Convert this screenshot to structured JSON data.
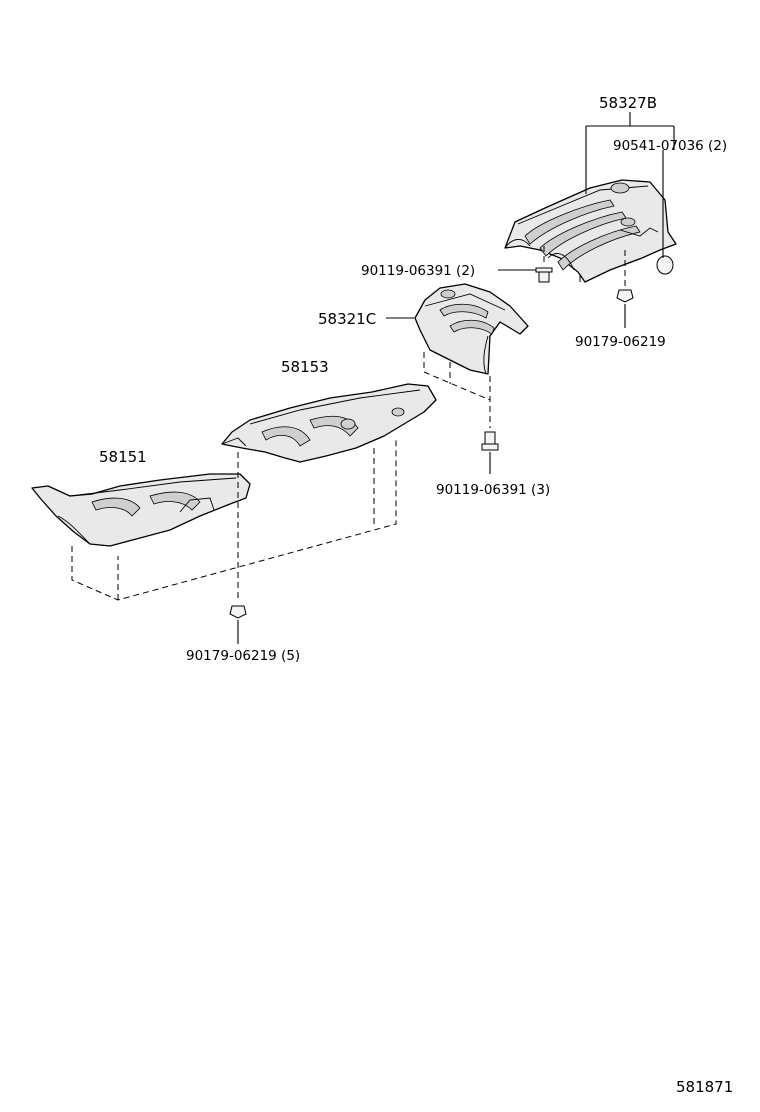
{
  "parts": {
    "p58327b": "58327B",
    "p90541": "90541-07036 (2)",
    "p90119a": "90119-06391 (2)",
    "p58321c": "58321C",
    "p90179a": "90179-06219",
    "p58153": "58153",
    "p90119b": "90119-06391 (3)",
    "p58151": "58151",
    "p90179b": "90179-06219 (5)"
  },
  "diagram_id": "581871"
}
